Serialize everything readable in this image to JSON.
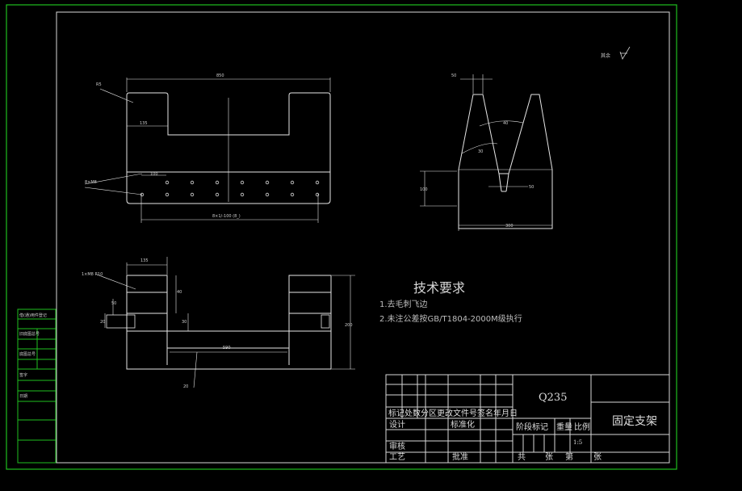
{
  "roughness_label": "其余",
  "technical_requirements": {
    "title": "技术要求",
    "items": [
      "1.去毛刺飞边",
      "2.未注公差按GB/T1804-2000M级执行"
    ]
  },
  "dimensions": {
    "top_width": "850",
    "top_radius": "R5",
    "top_depth": "135",
    "top_hole_spacing": "100",
    "top_hole_callout": "8×M8",
    "top_hole_pattern": "8×1/-100 (8_)",
    "side_top_width": "50",
    "side_angle_a": "40",
    "side_angle_b": "30",
    "side_bottom_slot": "50",
    "side_height": "100",
    "side_base_width": "300",
    "front_top_width": "135",
    "front_hole_callout": "1×M8 R10",
    "front_left_a": "40",
    "front_left_b": "50",
    "front_left_c": "20",
    "front_left_d": "30",
    "front_inner_span": "590",
    "front_total_height": "200",
    "front_bottom": "20"
  },
  "title_block": {
    "material": "Q235",
    "part_name": "固定支架",
    "scale_label": "比例",
    "scale_value": "1:5",
    "weight_label": "重量",
    "stage_label": "阶段标记",
    "sheet_total": "共",
    "sheet_unit": "张",
    "sheet_no": "第",
    "sheet_unit2": "张",
    "rev_header": "标记处数分区更改文件号签名年月日",
    "designer": "设计",
    "standardize": "标准化",
    "checker": "审核",
    "process": "工艺",
    "approve": "批准"
  },
  "side_table": {
    "rows": [
      "借(通)用件登记",
      "旧底图总号",
      "底图总号",
      "签字",
      "日期"
    ]
  }
}
